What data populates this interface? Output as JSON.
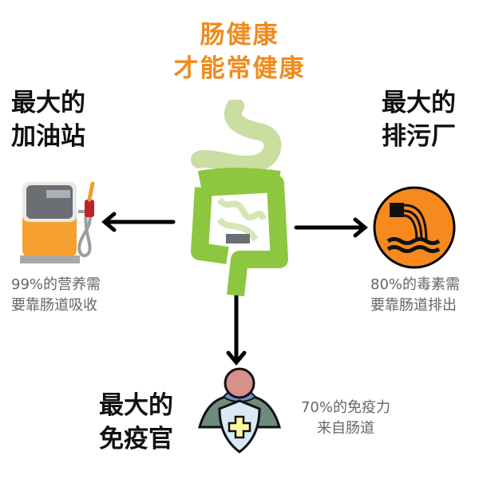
{
  "title": {
    "line1": "肠健康",
    "line2": "才能常健康"
  },
  "left": {
    "heading1": "最大的",
    "heading2": "加油站",
    "desc1": "99%的营养需",
    "desc2": "要靠肠道吸收"
  },
  "right": {
    "heading1": "最大的",
    "heading2": "排污厂",
    "desc1": "80%的毒素需",
    "desc2": "要靠肠道排出"
  },
  "bottom": {
    "heading1": "最大的",
    "heading2": "免疫官",
    "desc1": "70%的免疫力",
    "desc2": "来自肠道"
  },
  "colors": {
    "accent": "#f08a1c",
    "intestine": "#8dc63f",
    "text": "#666666"
  }
}
